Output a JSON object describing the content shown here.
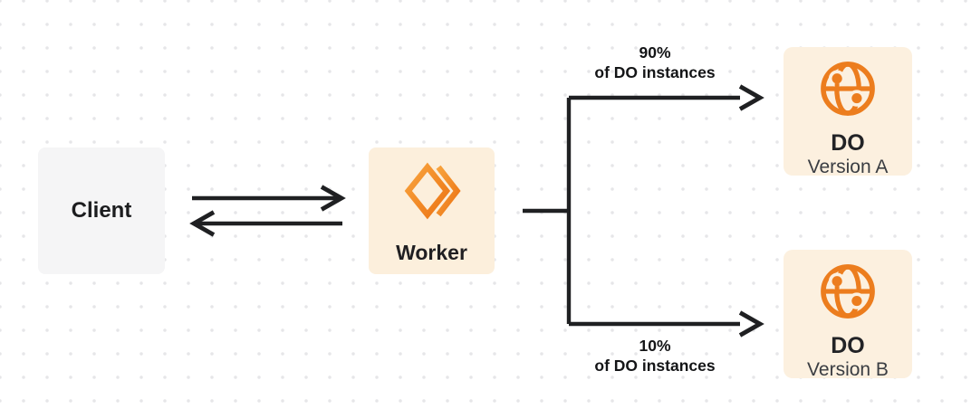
{
  "diagram": {
    "description": "Worker routing traffic to two Durable Object versions"
  },
  "nodes": {
    "client": {
      "label": "Client"
    },
    "worker": {
      "label": "Worker",
      "icon": "cloudflare-workers-icon"
    },
    "do_version_a": {
      "title": "DO",
      "subtitle": "Version A",
      "icon": "durable-object-globe-icon"
    },
    "do_version_b": {
      "title": "DO",
      "subtitle": "Version B",
      "icon": "durable-object-globe-icon"
    }
  },
  "edges": {
    "client_to_worker": {
      "type": "arrow-right"
    },
    "worker_to_client": {
      "type": "arrow-left"
    },
    "branch_a": {
      "percent": "90%",
      "caption": "of DO instances"
    },
    "branch_b": {
      "percent": "10%",
      "caption": "of DO instances"
    }
  },
  "colors": {
    "background": "#ffffff",
    "dot_grid": "#e6e6e8",
    "line": "#1f2022",
    "text_dark": "#1c1d1f",
    "client_box": "#f5f5f6",
    "worker_box": "#fcefdc",
    "do_box": "#fcf0df",
    "orange": "#f0801f",
    "orange_gradient_start": "#f8a33d",
    "orange_gradient_end": "#ec7414",
    "globe_orange": "#ec7d1e"
  }
}
